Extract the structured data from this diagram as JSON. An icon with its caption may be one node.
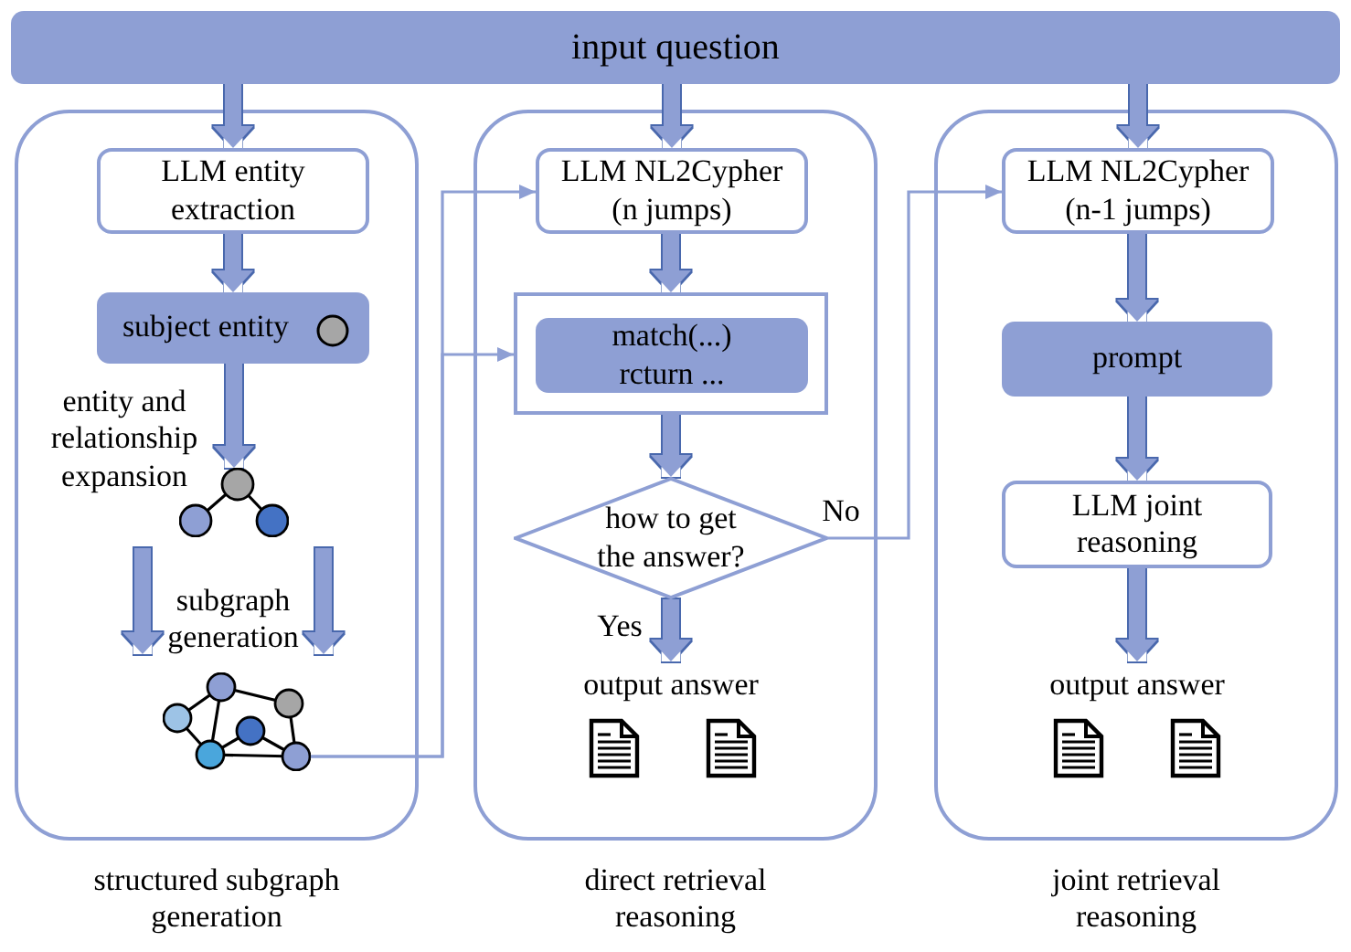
{
  "diagram": {
    "nodes": [
      {
        "text": [
          "input question"
        ]
      },
      {
        "text": [
          "structured subgraph generation"
        ]
      },
      {
        "text": [
          "LLM entity extraction"
        ],
        "in": 1
      },
      {
        "text": [
          "subject entity"
        ],
        "in": 1
      },
      {
        "text": [],
        "shape": "picture",
        "in": 1
      },
      {
        "text": [],
        "shape": "picture",
        "in": 1
      },
      {
        "text": [
          "direct retrieval reasoning"
        ]
      },
      {
        "text": [
          "LLM NL2Cypher (n jumps)"
        ],
        "in": 6
      },
      {
        "text": [],
        "shape": "box",
        "in": 6
      },
      {
        "text": [
          "match(...) rcturn ..."
        ],
        "in": 8
      },
      {
        "text": [
          "how to get the answer?"
        ],
        "in": 6
      },
      {
        "text": [
          "output answer"
        ],
        "in": 6
      },
      {
        "text": [
          "joint retrieval reasoning"
        ]
      },
      {
        "text": [
          "LLM NL2Cypher (n-1 jumps)"
        ],
        "in": 12
      },
      {
        "text": [
          "prompt"
        ],
        "in": 12
      },
      {
        "text": [
          "LLM joint reasoning"
        ],
        "in": 12
      },
      {
        "text": [
          "output answer"
        ],
        "in": 12
      }
    ],
    "edges": [
      {
        "from": 0,
        "to": 2,
        "arrow": "to"
      },
      {
        "from": 0,
        "to": 7,
        "arrow": "to"
      },
      {
        "from": 0,
        "to": 13,
        "arrow": "to"
      },
      {
        "from": 2,
        "to": 3,
        "arrow": "to"
      },
      {
        "from": 3,
        "to": 4,
        "arrow": "to",
        "label": "entity and relationship expansion"
      },
      {
        "from": 4,
        "to": 5,
        "arrow": "to",
        "label": "subgraph generation"
      },
      {
        "from": 4,
        "to": 5,
        "arrow": "to"
      },
      {
        "from": 5,
        "to": 7,
        "arrow": "to"
      },
      {
        "from": 5,
        "to": 8,
        "arrow": "to"
      },
      {
        "from": 7,
        "to": 8,
        "arrow": "to"
      },
      {
        "from": 8,
        "to": 10,
        "arrow": "to"
      },
      {
        "from": 10,
        "to": 11,
        "arrow": "to",
        "label": "Yes"
      },
      {
        "from": 10,
        "to": 13,
        "arrow": "to",
        "label": "No"
      },
      {
        "from": 13,
        "to": 14,
        "arrow": "to"
      },
      {
        "from": 14,
        "to": 15,
        "arrow": "to"
      },
      {
        "from": 15,
        "to": 16,
        "arrow": "to"
      }
    ]
  }
}
